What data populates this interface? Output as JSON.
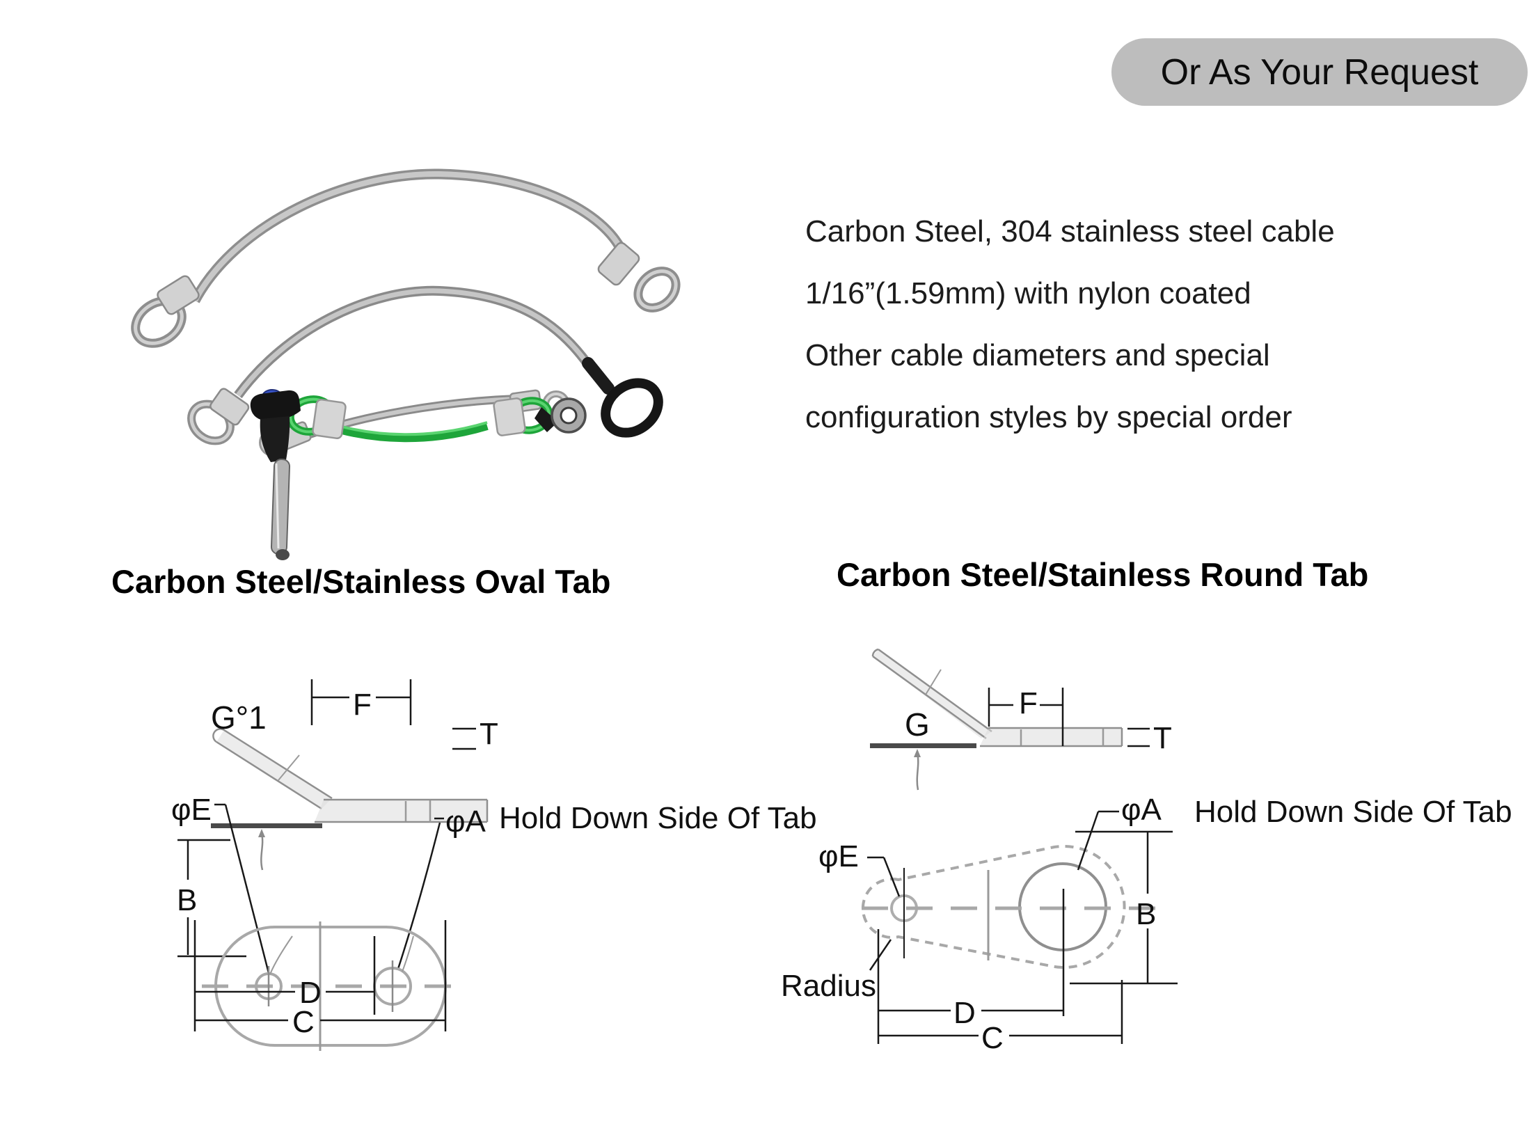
{
  "badge": {
    "label": "Or As Your Request",
    "bg_color": "#bdbdbd"
  },
  "description": {
    "lines": [
      "Carbon Steel, 304 stainless steel cable",
      "1/16”(1.59mm) with nylon coated",
      "Other cable diameters and special",
      "configuration styles by special order"
    ]
  },
  "photos": {
    "items": [
      "steel-cable-loop-both-ends",
      "steel-cable-loop-and-rubber-ring",
      "steel-cable-eyelet-ends",
      "green-nylon-coated-cable-with-ball-lock-pin"
    ],
    "cable_green": "#1ea53a",
    "steel_gray": "#b5b5b5"
  },
  "oval_tab": {
    "heading": "Carbon Steel/Stainless Oval Tab",
    "labels": {
      "angle": "G°1",
      "f": "F",
      "t": "T",
      "phi_e": "φE",
      "phi_a": "φA",
      "hold_down": "Hold Down Side Of Tab",
      "b": "B",
      "d": "D",
      "c": "C"
    }
  },
  "round_tab": {
    "heading": "Carbon Steel/Stainless Round Tab",
    "labels": {
      "angle": "G",
      "f": "F",
      "t": "T",
      "phi_e": "φE",
      "phi_a": "φA",
      "hold_down": "Hold Down Side Of Tab",
      "b": "B",
      "d": "D",
      "c": "C",
      "radius": "Radius"
    }
  }
}
